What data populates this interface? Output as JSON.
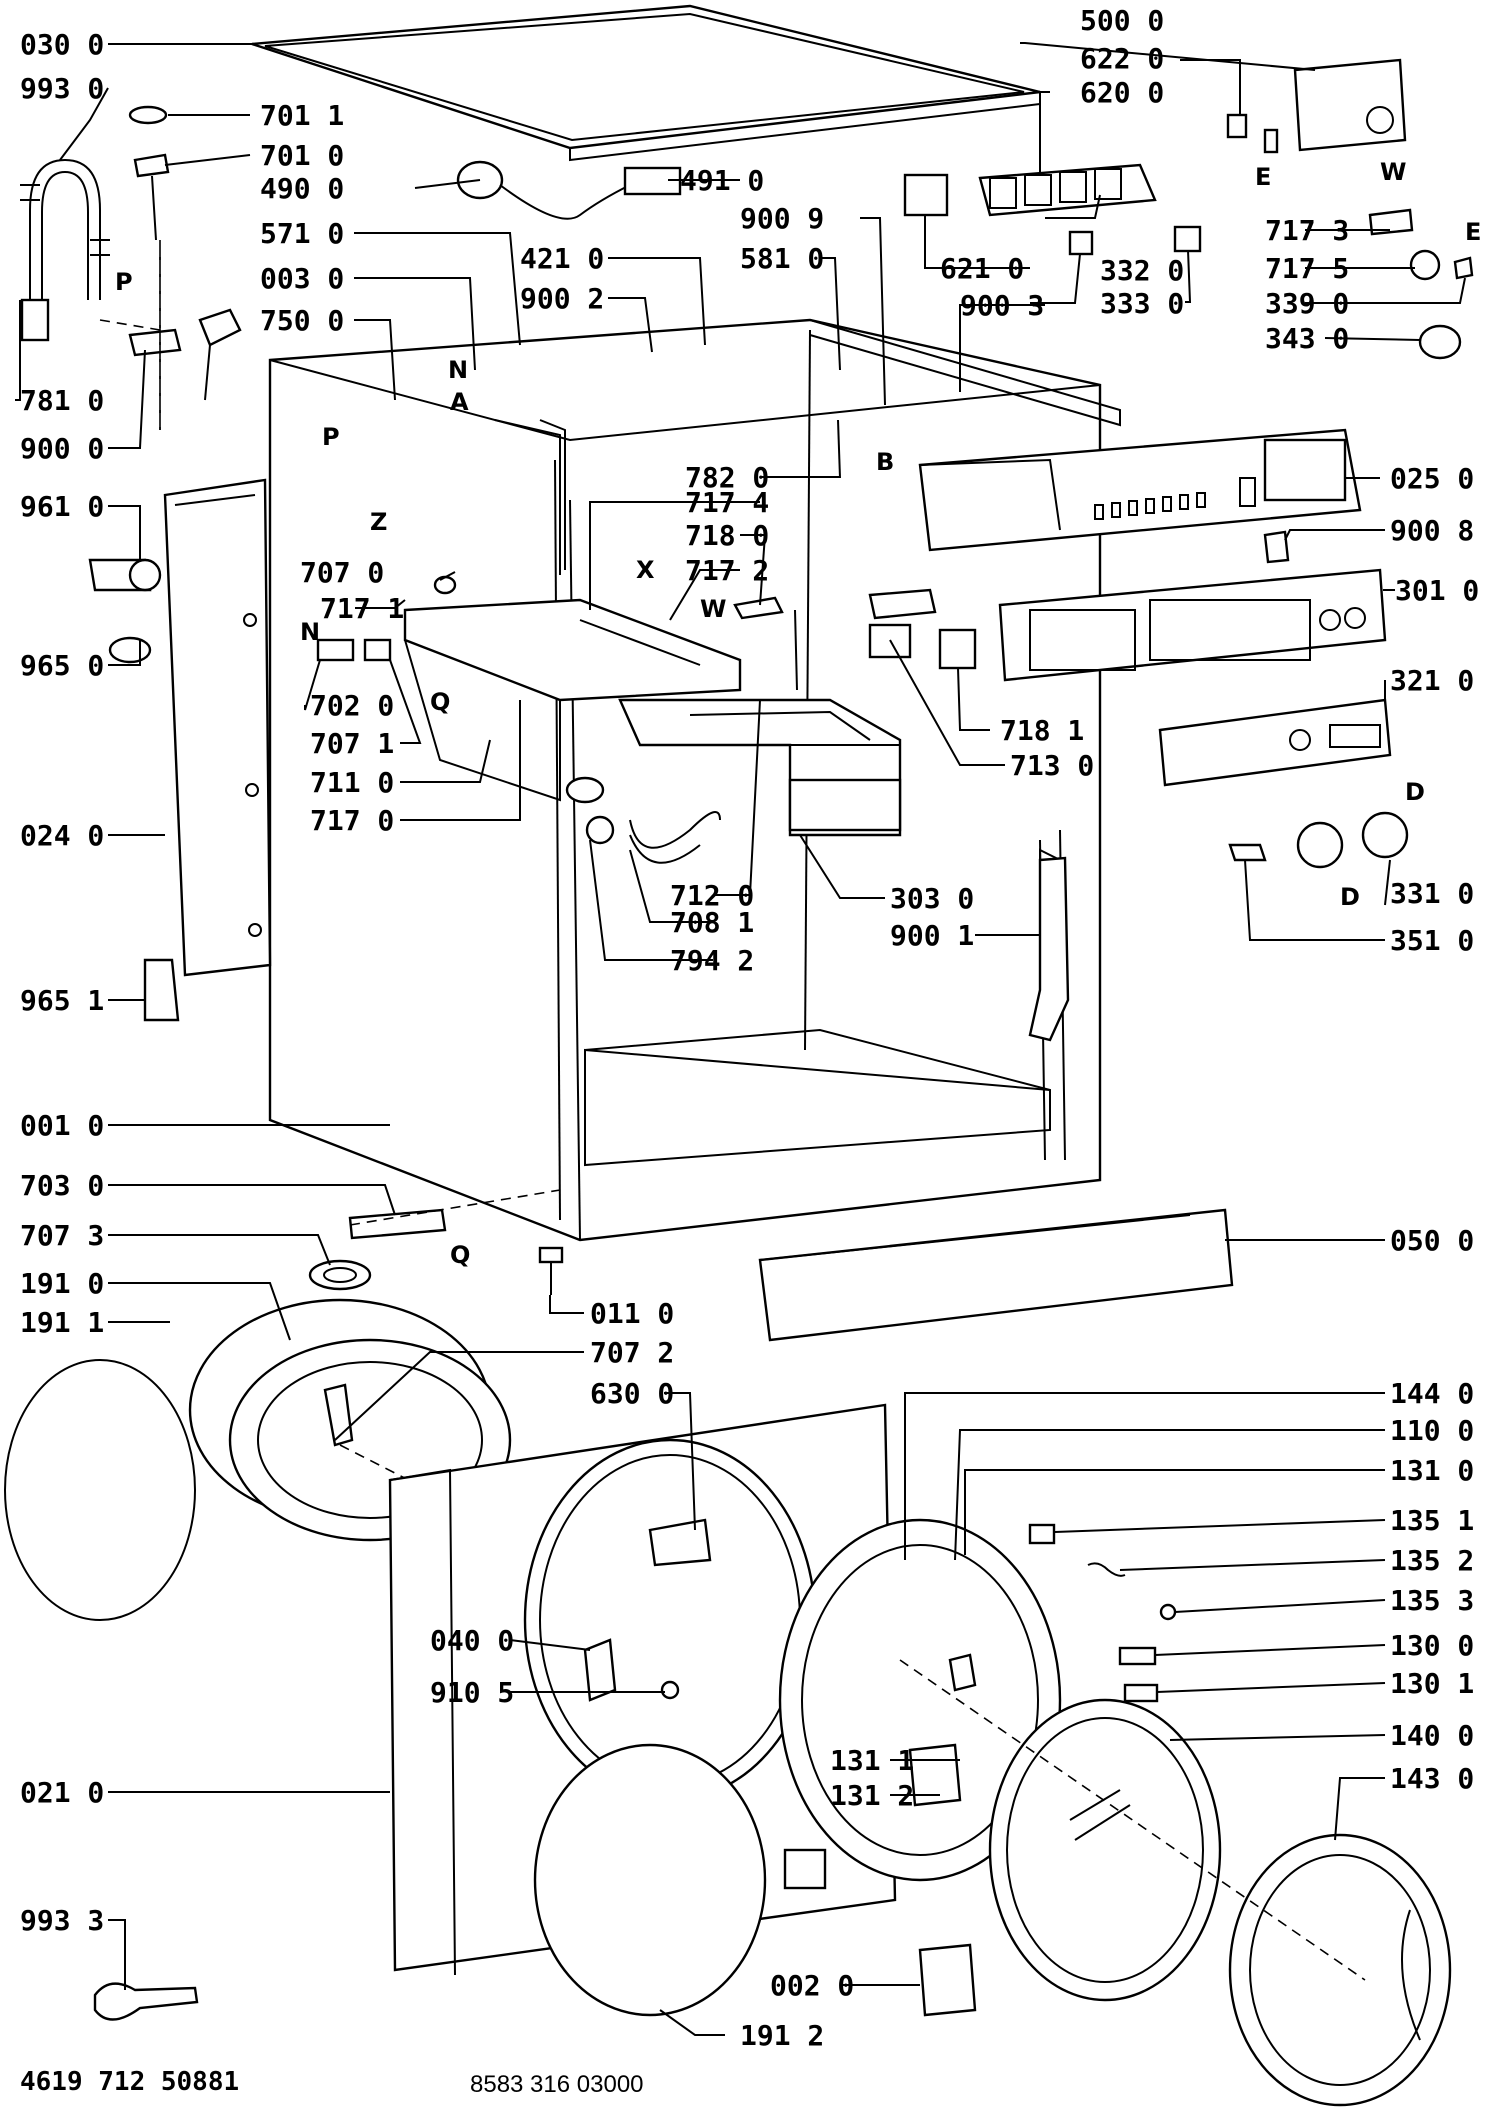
{
  "doc_ids": {
    "left": "4619 712 50881",
    "right": "8583 316 03000"
  },
  "part_labels": {
    "p030_0": "030 0",
    "p993_0": "993 0",
    "p781_0": "781 0",
    "p900_0": "900 0",
    "p701_1": "701 1",
    "p701_0": "701 0",
    "p490_0": "490 0",
    "p571_0": "571 0",
    "p003_0": "003 0",
    "p750_0": "750 0",
    "p961_0": "961 0",
    "p965_0": "965 0",
    "p707_0": "707 0",
    "p717_1": "717 1",
    "p702_0": "702 0",
    "p707_1": "707 1",
    "p711_0": "711 0",
    "p717_0": "717 0",
    "p024_0": "024 0",
    "p965_1": "965 1",
    "p001_0": "001 0",
    "p703_0": "703 0",
    "p707_3": "707 3",
    "p191_0": "191 0",
    "p191_1": "191 1",
    "p021_0": "021 0",
    "p993_3": "993 3",
    "p500_0": "500 0",
    "p622_0": "622 0",
    "p620_0": "620 0",
    "p491_0": "491 0",
    "p900_9": "900 9",
    "p581_0": "581 0",
    "p421_0": "421 0",
    "p900_2": "900 2",
    "p621_0": "621 0",
    "p332_0": "332 0",
    "p333_0": "333 0",
    "p900_3": "900 3",
    "p717_3": "717 3",
    "p717_5": "717 5",
    "p339_0": "339 0",
    "p343_0": "343 0",
    "p782_0": "782 0",
    "p717_4": "717 4",
    "p718_0": "718 0",
    "p717_2": "717 2",
    "p025_0": "025 0",
    "p900_8": "900 8",
    "p301_0": "301 0",
    "p718_1": "718 1",
    "p713_0": "713 0",
    "p321_0": "321 0",
    "p331_0": "331 0",
    "p351_0": "351 0",
    "p712_0": "712 0",
    "p303_0": "303 0",
    "p708_1": "708 1",
    "p900_1": "900 1",
    "p794_2": "794 2",
    "p050_0": "050 0",
    "p011_0": "011 0",
    "p707_2": "707 2",
    "p630_0": "630 0",
    "p144_0": "144 0",
    "p110_0": "110 0",
    "p131_0": "131 0",
    "p135_1": "135 1",
    "p135_2": "135 2",
    "p135_3": "135 3",
    "p130_0": "130 0",
    "p130_1": "130 1",
    "p140_0": "140 0",
    "p143_0": "143 0",
    "p040_0": "040 0",
    "p910_5": "910 5",
    "p131_1": "131 1",
    "p131_2": "131 2",
    "p002_0": "002 0",
    "p191_2": "191 2"
  },
  "letters": {
    "P": "P",
    "N": "N",
    "A": "A",
    "Z": "Z",
    "X": "X",
    "W": "W",
    "Q": "Q",
    "B": "B",
    "E": "E",
    "D": "D"
  }
}
